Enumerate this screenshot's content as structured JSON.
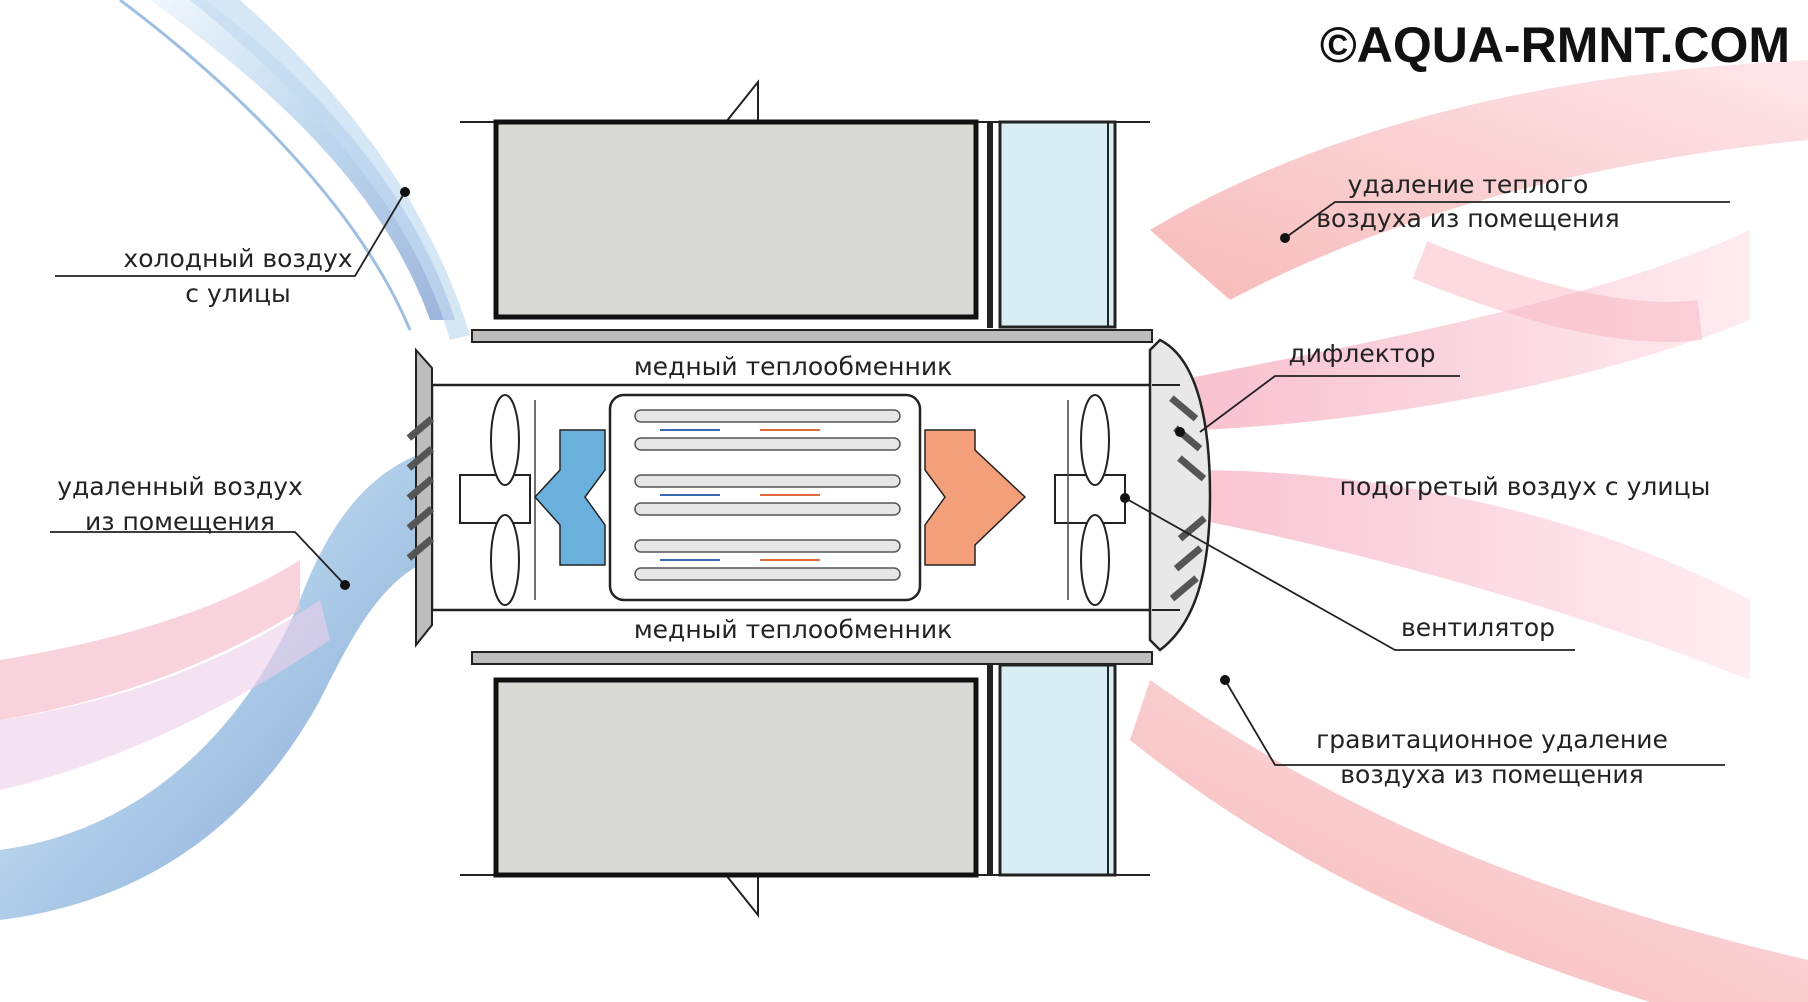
{
  "watermark": "©AQUA-RMNT.COM",
  "labels": {
    "cold_air": [
      "холодный воздух",
      "с улицы"
    ],
    "exhaust_air": [
      "удаленный воздух",
      "из помещения"
    ],
    "warm_air_removal": [
      "удаление теплого",
      "воздуха из помещения"
    ],
    "deflector": "дифлектор",
    "heated_air": "подогретый воздух с улицы",
    "fan": "вентилятор",
    "gravity_removal": [
      "гравитационное удаление",
      "воздуха из помещения"
    ],
    "copper_exchanger_top": "медный теплообменник",
    "copper_exchanger_bottom": "медный теплообменник"
  },
  "colors": {
    "cold_air": "#6ab0dc",
    "warm_air": "#f3a08a",
    "wall": "#d9d9d6",
    "glass": "#d8eef4",
    "line": "#222222"
  }
}
